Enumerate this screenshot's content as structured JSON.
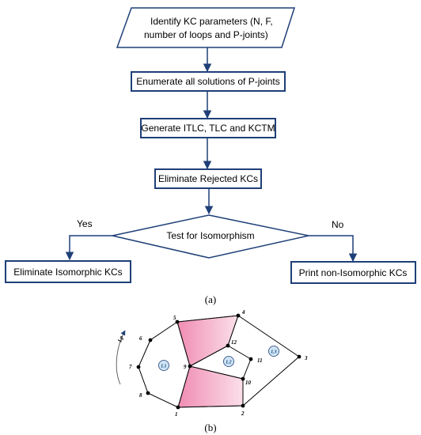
{
  "flowchart": {
    "input": [
      "Identify KC parameters (N, F,",
      "number of loops and P-joints)"
    ],
    "step1": "Enumerate all solutions of P-joints",
    "step2": "Generate ITLC, TLC and KCTM",
    "step3": "Eliminate Rejected KCs",
    "decision": "Test for Isomorphism",
    "yes_label": "Yes",
    "no_label": "No",
    "yes_result": "Eliminate Isomorphic KCs",
    "no_result": "Print non-Isomorphic KCs",
    "caption": "(a)"
  },
  "chain": {
    "nodes": [
      "1",
      "2",
      "3",
      "4",
      "5",
      "6",
      "7",
      "8",
      "9",
      "10",
      "11",
      "12"
    ],
    "loops": [
      "L1",
      "L2",
      "L3"
    ],
    "direction_label": "Lp",
    "caption": "(b)"
  },
  "colors": {
    "box_border": "#1f3f78",
    "arrow": "#1f3f78",
    "ternary_fill": "#f4b6cc",
    "loop_fill": "#cfe4f4"
  }
}
